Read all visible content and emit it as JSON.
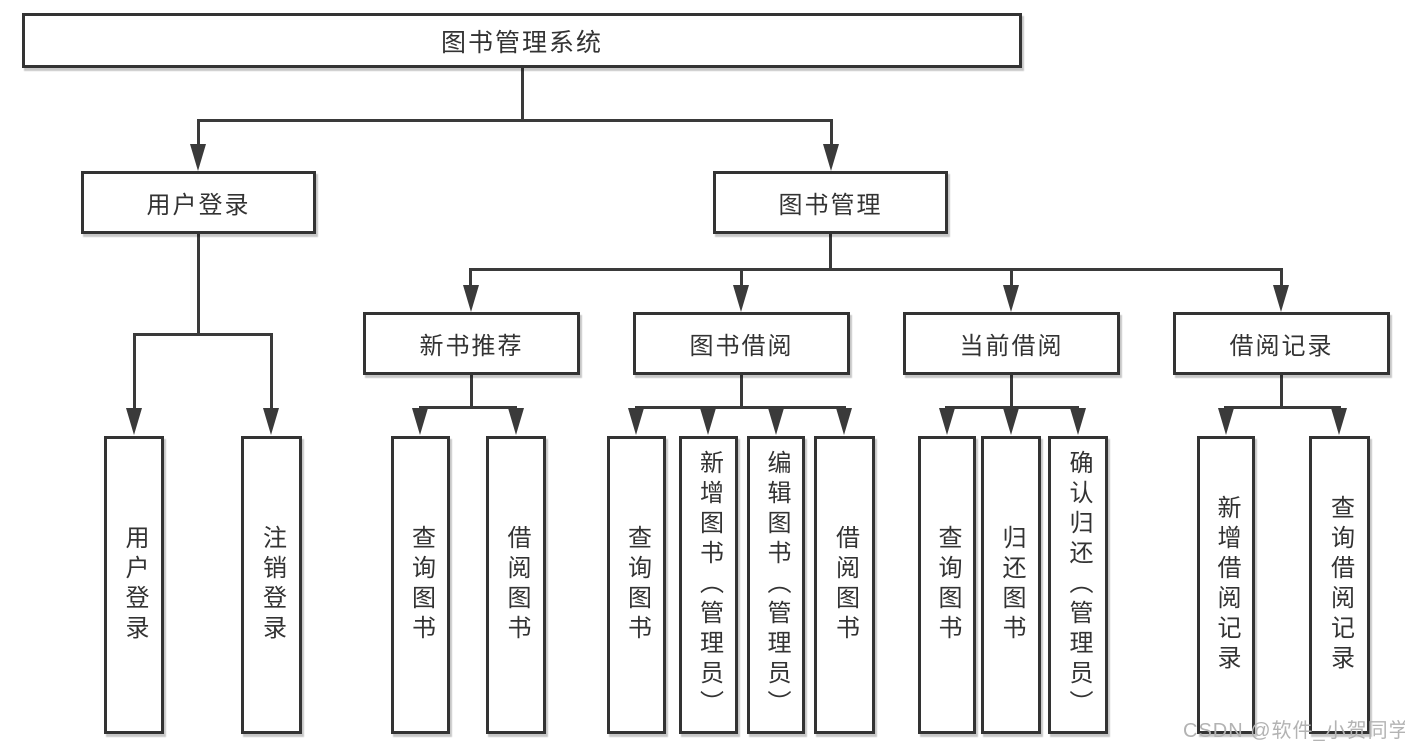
{
  "diagram_title": "图书管理系统",
  "nodes": {
    "root": "图书管理系统",
    "l2": [
      "用户登录",
      "图书管理"
    ],
    "l3": [
      "新书推荐",
      "图书借阅",
      "当前借阅",
      "借阅记录"
    ],
    "leaves_a": [
      "用户登录",
      "注销登录"
    ],
    "leaves_b": [
      "查询图书",
      "借阅图书"
    ],
    "leaves_c": [
      "查询图书",
      "新增图书（管理员）",
      "编辑图书（管理员）",
      "借阅图书"
    ],
    "leaves_d": [
      "查询图书",
      "归还图书",
      "确认归还（管理员）"
    ],
    "leaves_e": [
      "新增借阅记录",
      "查询借阅记录"
    ]
  },
  "hierarchy": {
    "图书管理系统": {
      "用户登录": [
        "用户登录",
        "注销登录"
      ],
      "图书管理": {
        "新书推荐": [
          "查询图书",
          "借阅图书"
        ],
        "图书借阅": [
          "查询图书",
          "新增图书（管理员）",
          "编辑图书（管理员）",
          "借阅图书"
        ],
        "当前借阅": [
          "查询图书",
          "归还图书",
          "确认归还（管理员）"
        ],
        "借阅记录": [
          "新增借阅记录",
          "查询借阅记录"
        ]
      }
    }
  },
  "watermark": "CSDN @软件_小贺同学",
  "colors": {
    "line": "#3a3a3a",
    "box_border": "#333333",
    "text": "#333333",
    "watermark": "#b3b3b3",
    "background": "#ffffff"
  }
}
